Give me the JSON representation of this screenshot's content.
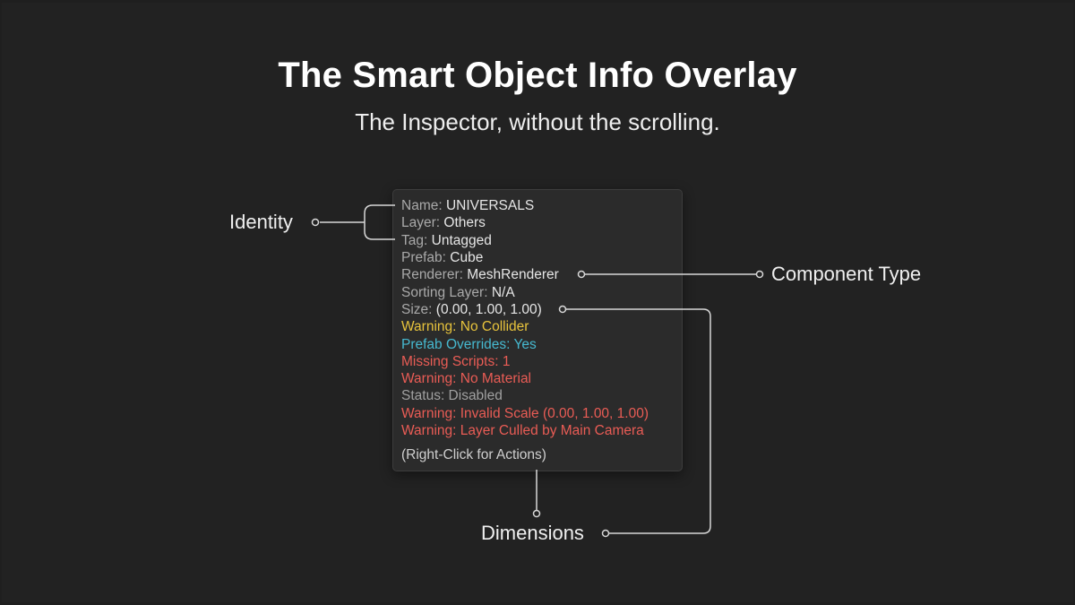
{
  "title": "The Smart Object Info Overlay",
  "subtitle": "The Inspector, without the scrolling.",
  "overlay": {
    "name_label": "Name:",
    "name_value": "UNIVERSALS",
    "layer_label": "Layer:",
    "layer_value": "Others",
    "tag_label": "Tag:",
    "tag_value": "Untagged",
    "prefab_label": "Prefab:",
    "prefab_value": "Cube",
    "renderer_label": "Renderer:",
    "renderer_value": "MeshRenderer",
    "sorting_label": "Sorting Layer:",
    "sorting_value": "N/A",
    "size_label": "Size:",
    "size_value": "(0.00, 1.00, 1.00)",
    "warning_collider": "Warning: No Collider",
    "prefab_overrides": "Prefab Overrides: Yes",
    "missing_scripts": "Missing Scripts: 1",
    "warning_material": "Warning: No Material",
    "status": "Status: Disabled",
    "warning_scale": "Warning: Invalid Scale (0.00, 1.00, 1.00)",
    "warning_culled": "Warning: Layer Culled by Main Camera",
    "hint": "(Right-Click for Actions)"
  },
  "callouts": {
    "identity": "Identity",
    "component_type": "Component Type",
    "dimensions": "Dimensions"
  },
  "colors": {
    "background": "#222222",
    "panel": "#2b2b2b",
    "warning_yellow": "#e7c33c",
    "override_cyan": "#46b9d0",
    "error_red": "#e95c55",
    "connector": "#d8d8d8"
  }
}
